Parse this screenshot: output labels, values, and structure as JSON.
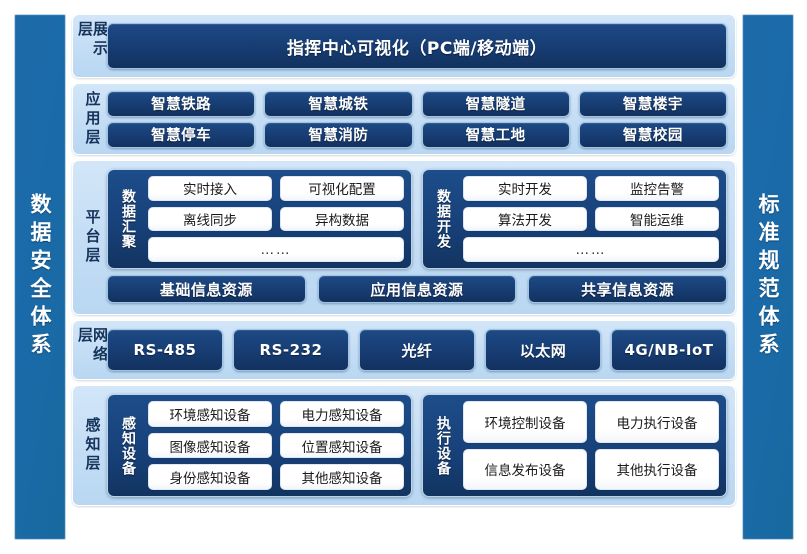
{
  "left_pillar": {
    "label": "数据安全体系"
  },
  "right_pillar": {
    "label": "标准规范体系"
  },
  "layers": {
    "display": {
      "label": "展示层",
      "banner": "指挥中心可视化（PC端/移动端）"
    },
    "application": {
      "label": "应用层",
      "row1": [
        "智慧铁路",
        "智慧城铁",
        "智慧隧道",
        "智慧楼宇"
      ],
      "row2": [
        "智慧停车",
        "智慧消防",
        "智慧工地",
        "智慧校园"
      ]
    },
    "platform": {
      "label": "平台层",
      "groups": [
        {
          "title": "数据汇聚",
          "row1": [
            "实时接入",
            "可视化配置"
          ],
          "row2": [
            "离线同步",
            "异构数据"
          ],
          "row3": "……"
        },
        {
          "title": "数据开发",
          "row1": [
            "实时开发",
            "监控告警"
          ],
          "row2": [
            "算法开发",
            "智能运维"
          ],
          "row3": "……"
        }
      ],
      "resources": [
        "基础信息资源",
        "应用信息资源",
        "共享信息资源"
      ]
    },
    "network": {
      "label": "网络层",
      "items": [
        "RS-485",
        "RS-232",
        "光纤",
        "以太网",
        "4G/NB-IoT"
      ]
    },
    "perception": {
      "label": "感知层",
      "groups": [
        {
          "title": "感知设备",
          "row1": [
            "环境感知设备",
            "电力感知设备"
          ],
          "row2": [
            "图像感知设备",
            "位置感知设备"
          ],
          "row3": [
            "身份感知设备",
            "其他感知设备"
          ]
        },
        {
          "title": "执行设备",
          "row1": [
            "环境控制设备",
            "电力执行设备"
          ],
          "row2": [
            "信息发布设备",
            "其他执行设备"
          ]
        }
      ]
    }
  },
  "colors": {
    "page_background": "#4c7352",
    "canvas": "#ffffff",
    "pillar_blue": "#1a6aa9",
    "layer_light_blue": "#c2dcf4",
    "pill_navy": "#173c72",
    "group_navy": "#174078",
    "chip_white": "#ffffff",
    "label_text": "#16335c"
  }
}
